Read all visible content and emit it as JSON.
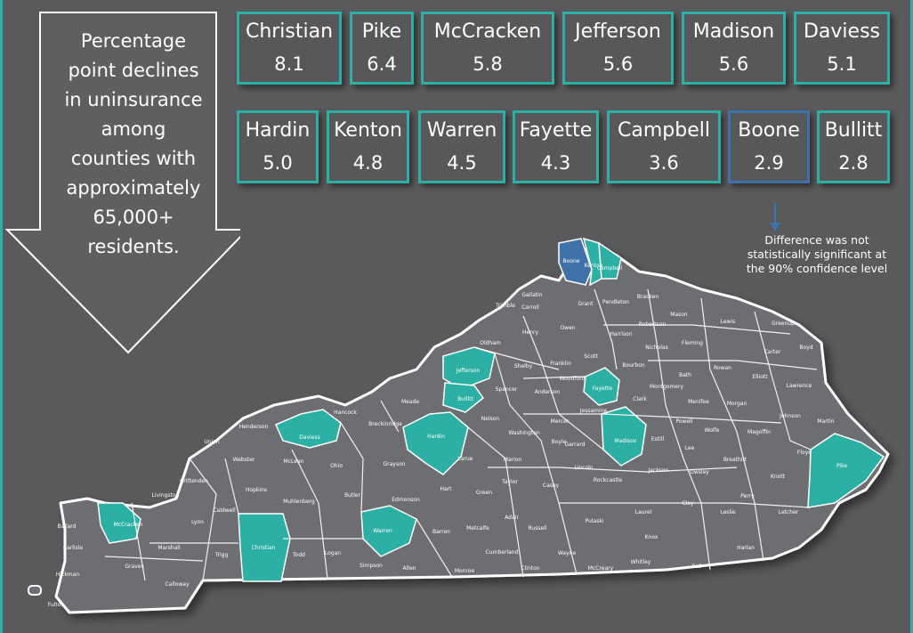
{
  "arrow": {
    "lines": [
      "Percentage",
      "point declines",
      "in uninsurance",
      "among",
      "counties with",
      "approximately",
      "65,000+",
      "residents."
    ]
  },
  "top_row": [
    {
      "name": "Christian",
      "value": "8.1"
    },
    {
      "name": "Pike",
      "value": "6.4"
    },
    {
      "name": "McCracken",
      "value": "5.8"
    },
    {
      "name": "Jefferson",
      "value": "5.6"
    },
    {
      "name": "Madison",
      "value": "5.6"
    },
    {
      "name": "Daviess",
      "value": "5.1"
    }
  ],
  "bottom_row": [
    {
      "name": "Hardin",
      "value": "5.0"
    },
    {
      "name": "Kenton",
      "value": "4.8"
    },
    {
      "name": "Warren",
      "value": "4.5"
    },
    {
      "name": "Fayette",
      "value": "4.3"
    },
    {
      "name": "Campbell",
      "value": "3.6"
    },
    {
      "name": "Boone",
      "value": "2.9"
    },
    {
      "name": "Bullitt",
      "value": "2.8"
    }
  ],
  "note": {
    "lines": [
      "Difference was not",
      "statistically significant at",
      "the 90% confidence level"
    ]
  },
  "colors": {
    "background": "#5a5a5c",
    "teal_highlight": "#2bb0a3",
    "blue_highlight": "#3e72a8",
    "county_gray": "#6d6e71",
    "text": "#ffffff"
  },
  "map": {
    "highlighted_counties": [
      "Christian",
      "Pike",
      "McCracken",
      "Jefferson",
      "Madison",
      "Daviess",
      "Hardin",
      "Kenton",
      "Warren",
      "Fayette",
      "Campbell",
      "Bullitt"
    ],
    "not_significant_counties": [
      "Boone"
    ],
    "county_labels": [
      "Boone",
      "Kenton",
      "Campbell",
      "Gallatin",
      "Trimble",
      "Carroll",
      "Grant",
      "Pendleton",
      "Bracken",
      "Mason",
      "Lewis",
      "Greenup",
      "Boyd",
      "Owen",
      "Henry",
      "Oldham",
      "Robertson",
      "Harrison",
      "Fleming",
      "Carter",
      "Nicholas",
      "Scott",
      "Bourbon",
      "Rowan",
      "Elliott",
      "Lawrence",
      "Jefferson",
      "Shelby",
      "Franklin",
      "Woodford",
      "Fayette",
      "Bath",
      "Montgomery",
      "Menifee",
      "Morgan",
      "Johnson",
      "Martin",
      "Meade",
      "Bullitt",
      "Spencer",
      "Anderson",
      "Clark",
      "Powell",
      "Wolfe",
      "Magoffin",
      "Floyd",
      "Pike",
      "Henderson",
      "Hancock",
      "Daviess",
      "Breckinridge",
      "Hardin",
      "Nelson",
      "Washington",
      "Mercer",
      "Boyle",
      "Jessamine",
      "Madison",
      "Estill",
      "Lee",
      "Breathitt",
      "Knott",
      "Letcher",
      "Perry",
      "Union",
      "Webster",
      "McLean",
      "Ohio",
      "Grayson",
      "Larue",
      "Marion",
      "Garrard",
      "Lincoln",
      "Jackson",
      "Owsley",
      "Clay",
      "Leslie",
      "Harlan",
      "Crittenden",
      "Hopkins",
      "Livingston",
      "Caldwell",
      "Muhlenberg",
      "Butler",
      "Edmonson",
      "Hart",
      "Green",
      "Taylor",
      "Casey",
      "Rockcastle",
      "Laurel",
      "Knox",
      "Bell",
      "Whitley",
      "Ballard",
      "McCracken",
      "Carlisle",
      "Marshall",
      "Lyon",
      "Trigg",
      "Christian",
      "Todd",
      "Logan",
      "Warren",
      "Barren",
      "Metcalfe",
      "Adair",
      "Russell",
      "Pulaski",
      "Wayne",
      "McCreary",
      "Cumberland",
      "Clinton",
      "Monroe",
      "Allen",
      "Simpson",
      "Hickman",
      "Graves",
      "Calloway",
      "Fulton"
    ]
  }
}
